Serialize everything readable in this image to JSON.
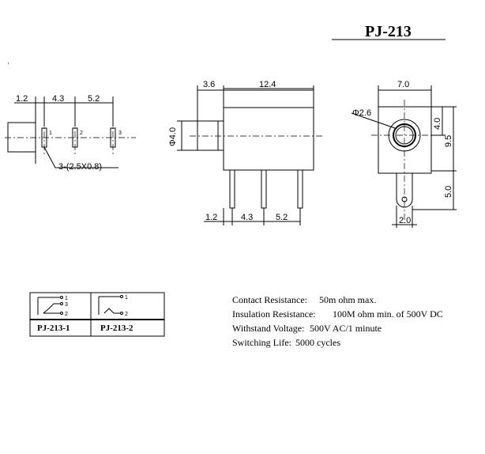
{
  "title": "PJ-213",
  "side_view": {
    "dims": [
      "1.2",
      "4.3",
      "5.2"
    ],
    "pin_labels": [
      "1",
      "2",
      "3"
    ],
    "pin_callout": "3-(2.5X0.8)"
  },
  "front_view": {
    "dims_top": [
      "3.6",
      "12.4"
    ],
    "dim_left": "Φ4.0",
    "dims_bottom": [
      "1.2",
      "4.3",
      "5.2"
    ]
  },
  "end_view": {
    "dim_top": "7.0",
    "dim_hole": "Φ2.6",
    "dims_right": [
      "4.0",
      "9.5",
      "5.0"
    ],
    "dim_bottom": "2.0"
  },
  "schematic_table": {
    "models": [
      {
        "name": "PJ-213-1",
        "terminals": [
          "1",
          "3",
          "2"
        ]
      },
      {
        "name": "PJ-213-2",
        "terminals": [
          "1",
          "2"
        ]
      }
    ]
  },
  "specs": [
    {
      "label": "Contact Resistance:",
      "value": "50m ohm max."
    },
    {
      "label": "Insulation Resistance:",
      "value": "100M ohm min. of 500V DC"
    },
    {
      "label": "Withstand Voltage:",
      "value": "500V AC/1 minute"
    },
    {
      "label": "Switching Life:",
      "value": "5000 cycles"
    }
  ]
}
